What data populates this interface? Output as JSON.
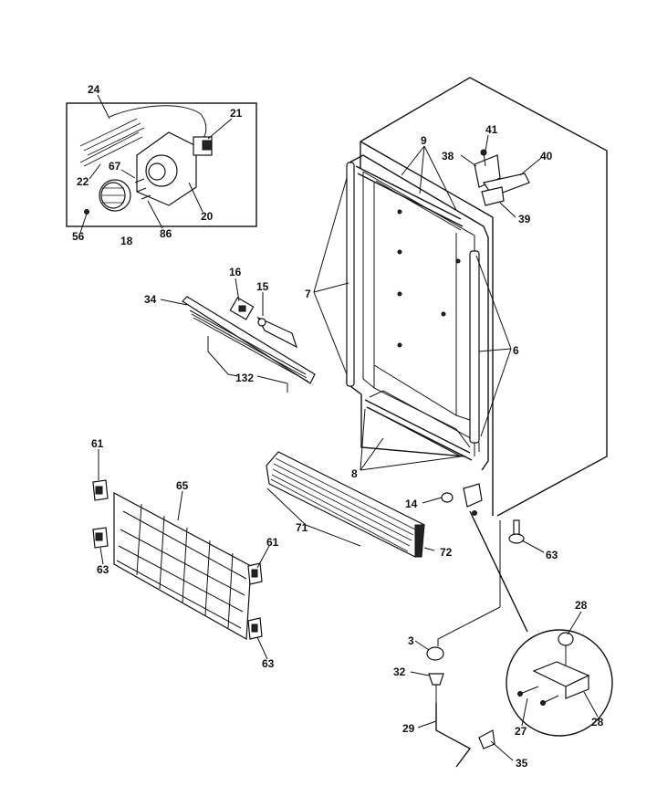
{
  "diagram": {
    "labels": {
      "p24": "24",
      "p21": "21",
      "p67": "67",
      "p22": "22",
      "p20": "20",
      "p56": "56",
      "p18": "18",
      "p86": "86",
      "p16": "16",
      "p15": "15",
      "p34": "34",
      "p132": "132",
      "p9": "9",
      "p7": "7",
      "p6": "6",
      "p8": "8",
      "p41": "41",
      "p38": "38",
      "p40": "40",
      "p39": "39",
      "p14": "14",
      "p71": "71",
      "p72": "72",
      "p61a": "61",
      "p65": "65",
      "p63a": "63",
      "p61b": "61",
      "p63b": "63",
      "p63c": "63",
      "p3": "3",
      "p32": "32",
      "p29": "29",
      "p35": "35",
      "p28a": "28",
      "p27": "27",
      "p28b": "28"
    }
  }
}
